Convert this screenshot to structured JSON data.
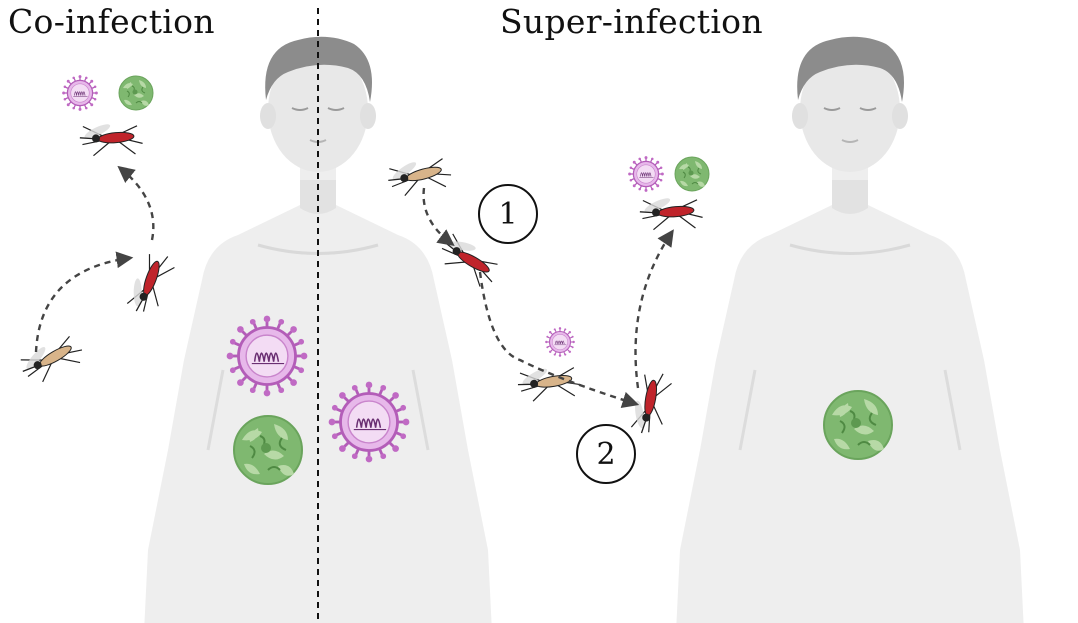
{
  "titles": {
    "left": "Co-infection",
    "right": "Super-infection"
  },
  "steps": [
    "1",
    "2"
  ],
  "colors": {
    "skin": "#eeeeee",
    "hair": "#8c8c8c",
    "virus": "#c06ac4",
    "parasite": "#77b466",
    "blood": "#c0242b",
    "arrow": "#444444"
  },
  "icons": [
    "human-figure",
    "virus-icon",
    "parasite-icon",
    "mosquito-icon",
    "dashed-arrow"
  ]
}
